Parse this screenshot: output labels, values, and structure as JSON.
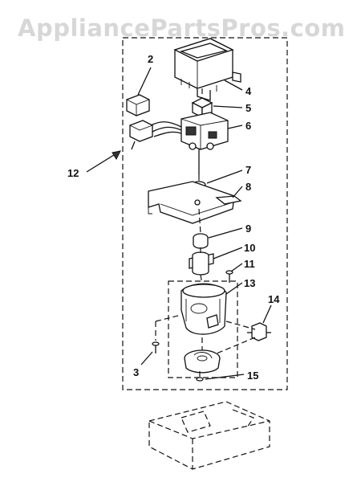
{
  "watermark": "AppliancePartsPros.com",
  "callouts": {
    "c2": "2",
    "c3": "3",
    "c4": "4",
    "c5": "5",
    "c6": "6",
    "c7": "7",
    "c8": "8",
    "c9": "9",
    "c10": "10",
    "c11": "11",
    "c12": "12",
    "c13": "13",
    "c14": "14",
    "c15": "15"
  }
}
